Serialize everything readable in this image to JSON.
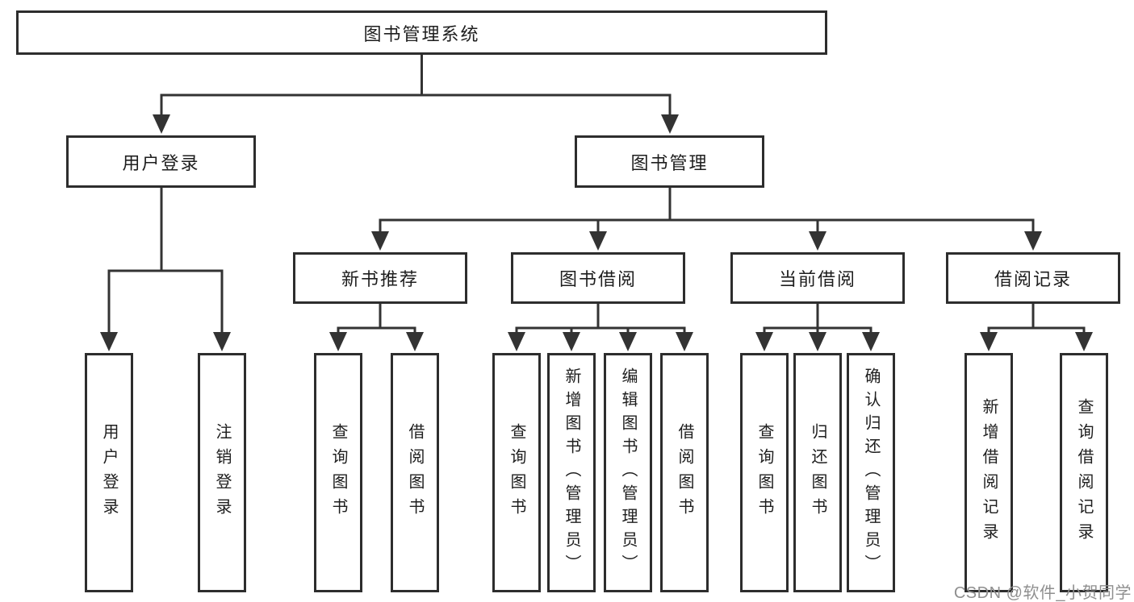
{
  "nodes": {
    "root": "图书管理系统",
    "login_branch": "用户登录",
    "mgmt_branch": "图书管理",
    "recommend": "新书推荐",
    "borrowing": "图书借阅",
    "current": "当前借阅",
    "records": "借阅记录",
    "login_leaf_1": "用户登录",
    "login_leaf_2": "注销登录",
    "recommend_leaf_1": "查询图书",
    "recommend_leaf_2": "借阅图书",
    "borrowing_leaf_1": "查询图书",
    "borrowing_leaf_2": "新增图书（管理员）",
    "borrowing_leaf_3": "编辑图书（管理员）",
    "borrowing_leaf_4": "借阅图书",
    "current_leaf_1": "查询图书",
    "current_leaf_2": "归还图书",
    "current_leaf_3": "确认归还（管理员）",
    "records_leaf_1": "新增借阅记录",
    "records_leaf_2": "查询借阅记录"
  },
  "watermark": "CSDN @软件_小贺同学",
  "colors": {
    "background": "#ffffff",
    "box_border": "#2d2d2d",
    "connector_line": "#333333",
    "text": "#1e1e1e",
    "watermark_text": "#8f8f8f"
  }
}
